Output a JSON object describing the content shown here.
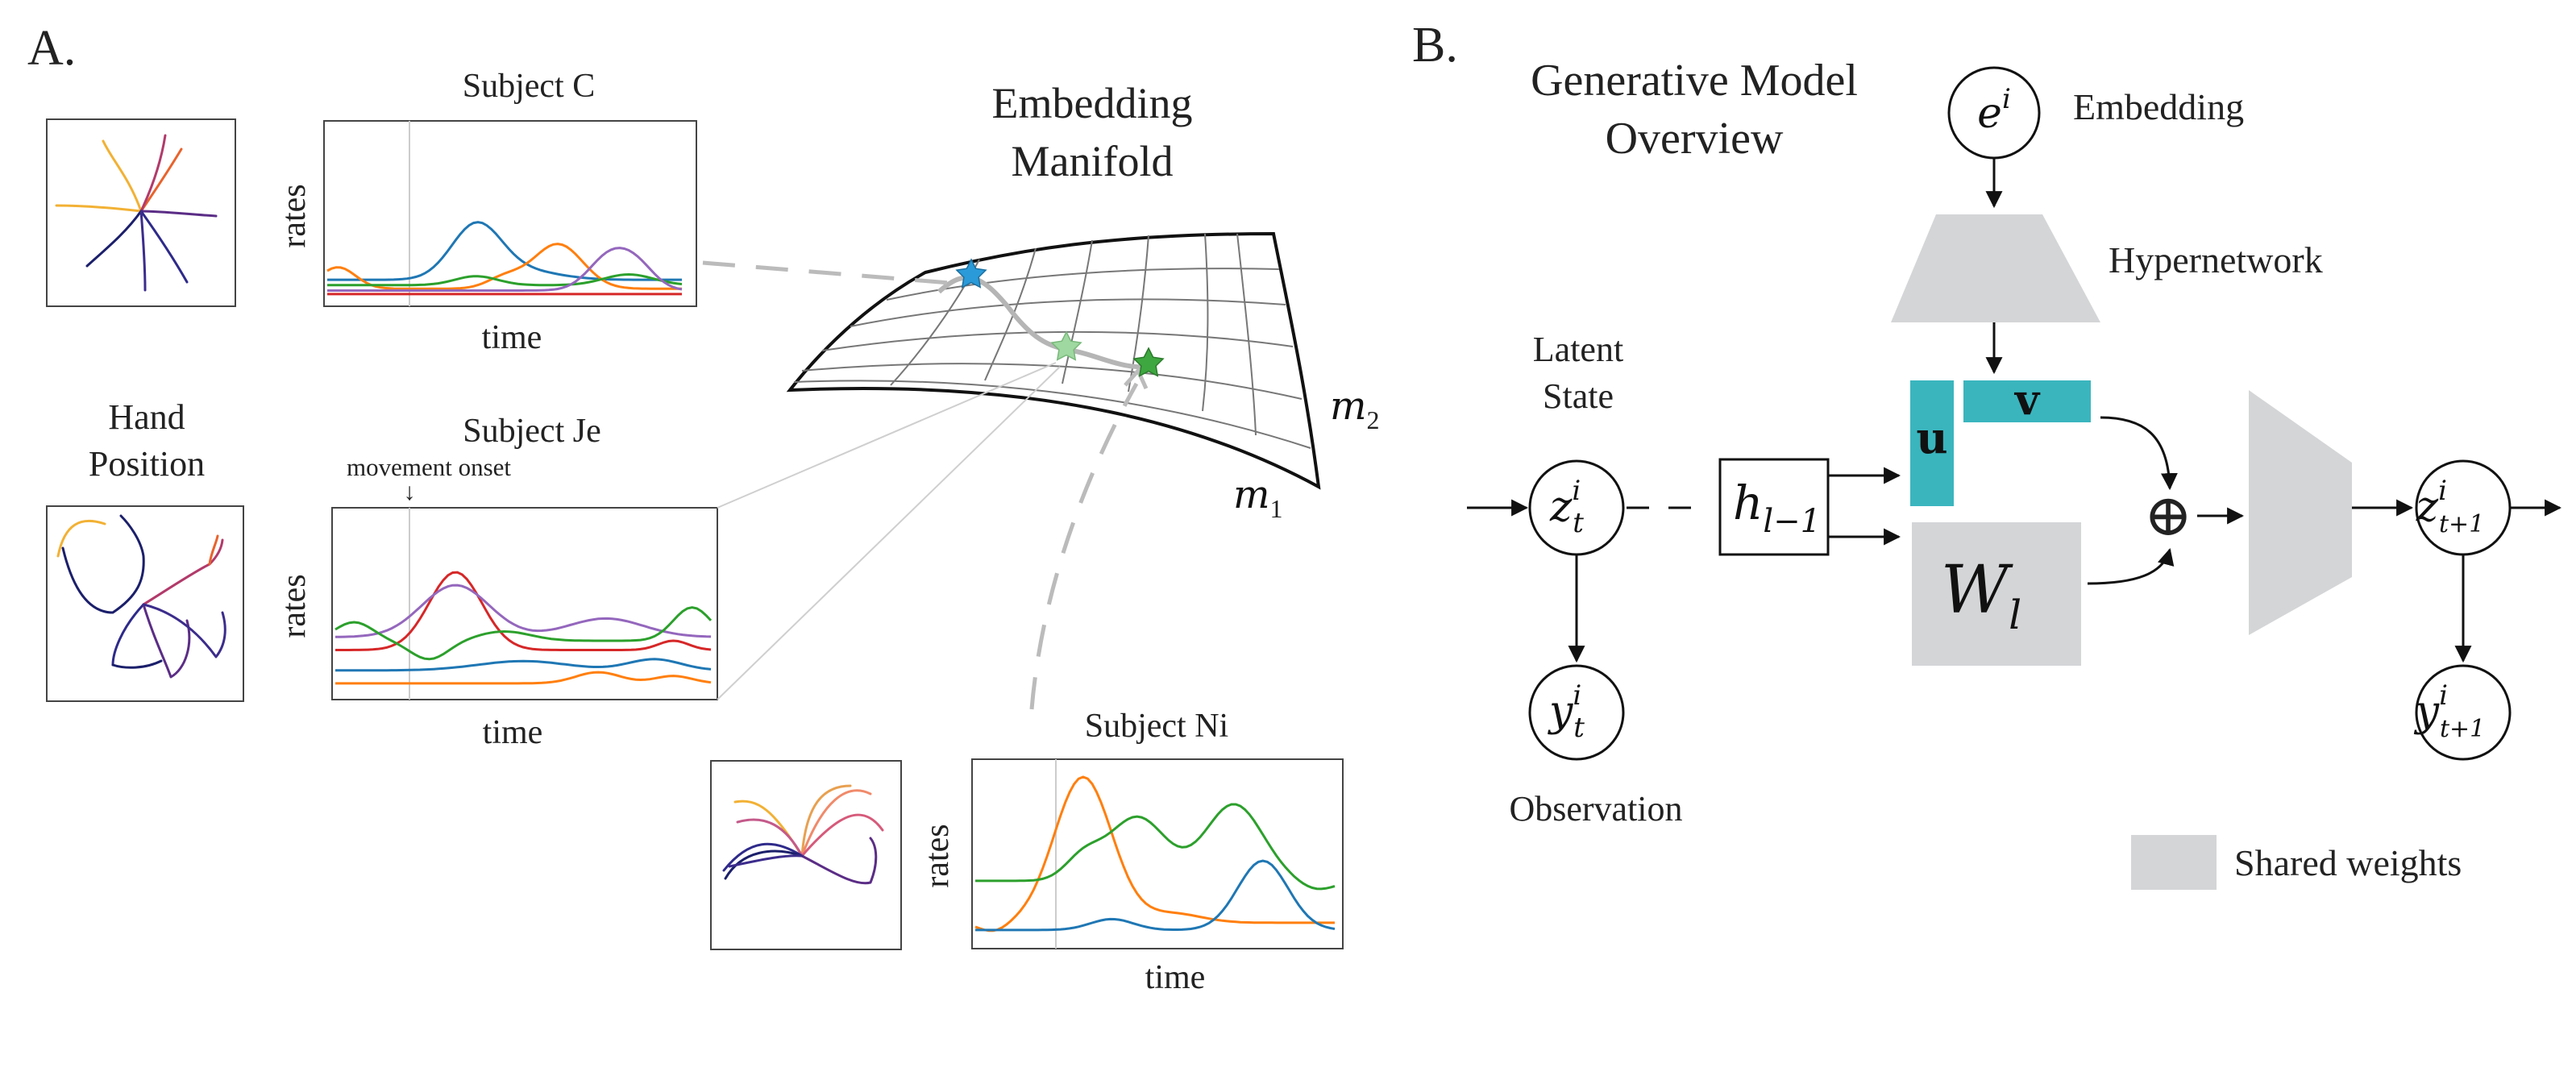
{
  "panel_a": {
    "label": "A.",
    "subject_c": {
      "title": "Subject C",
      "ylabel": "rates",
      "xlabel": "time"
    },
    "subject_je": {
      "title": "Subject Je",
      "ylabel": "rates",
      "xlabel": "time",
      "annotation": "movement onset",
      "annotation_arrow": "↓"
    },
    "subject_ni": {
      "title": "Subject Ni",
      "ylabel": "rates",
      "xlabel": "time"
    },
    "hand_position": {
      "line1": "Hand",
      "line2": "Position"
    },
    "manifold": {
      "title_line1": "Embedding",
      "title_line2": "Manifold",
      "axis1_base": "m",
      "axis1_sub": "1",
      "axis2_base": "m",
      "axis2_sub": "2"
    }
  },
  "panel_b": {
    "label": "B.",
    "title_line1": "Generative Model",
    "title_line2": "Overview",
    "embedding": {
      "base": "e",
      "sup": "i",
      "label": "Embedding"
    },
    "hypernetwork": "Hypernetwork",
    "latent": {
      "line1": "Latent",
      "line2": "State",
      "base": "z",
      "sup": "i",
      "sub": "t"
    },
    "latent_next": {
      "base": "z",
      "sup": "i",
      "sub": "t+1"
    },
    "observation": {
      "label": "Observation",
      "base": "y",
      "sup": "i",
      "sub": "t"
    },
    "observation_next": {
      "base": "y",
      "sup": "i",
      "sub": "t+1"
    },
    "hidden": {
      "base": "h",
      "sub": "l−1"
    },
    "u": "u",
    "v": "v",
    "weight": {
      "base": "W",
      "sub": "l"
    },
    "plus": "⊕",
    "legend": "Shared weights"
  },
  "colors": {
    "teal": "#3ab5be",
    "gray_block": "#d4d5d7",
    "star_blue": "#2a9ad8",
    "star_light": "#9fd8a0",
    "star_green": "#3ea73f",
    "blue": "#1f77b4",
    "orange": "#ff7f0e",
    "green": "#2ca02c",
    "red": "#d62728",
    "purple": "#9467bd",
    "navy": "#1b1f6b",
    "gold": "#f2b134"
  }
}
